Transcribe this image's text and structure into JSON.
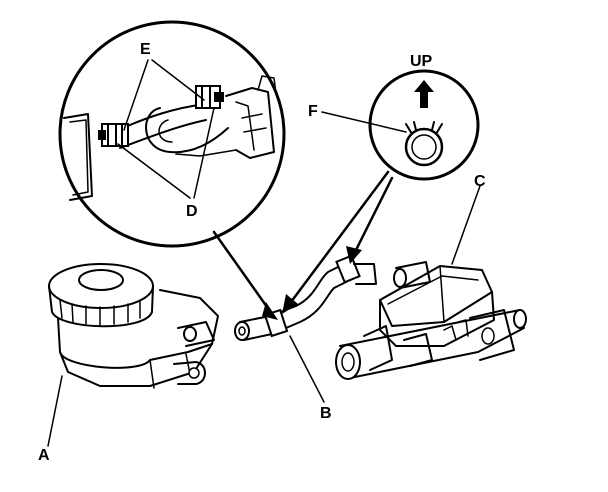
{
  "labels": {
    "a": "A",
    "b": "B",
    "c": "C",
    "d": "D",
    "e": "E",
    "f": "F",
    "up": "UP"
  },
  "colors": {
    "line": "#000000",
    "background": "#ffffff"
  }
}
